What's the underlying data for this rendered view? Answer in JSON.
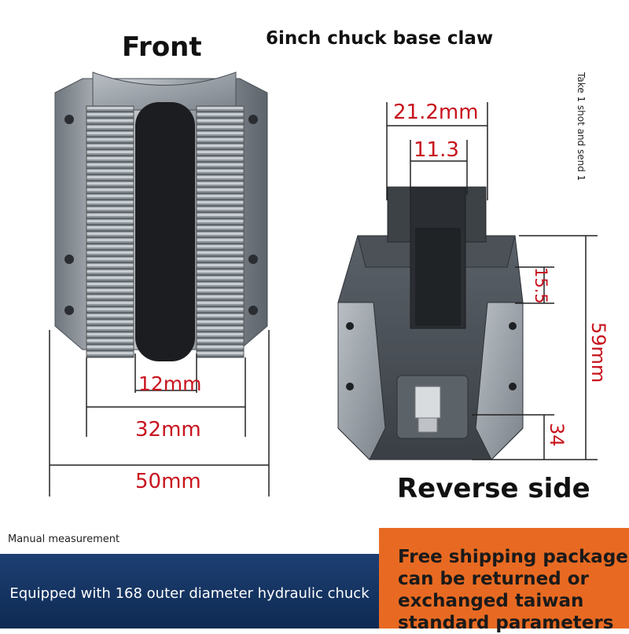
{
  "labels": {
    "front": "Front",
    "title": "6inch chuck base claw",
    "reverse": "Reverse side",
    "side_note": "Take 1 shot and send 1",
    "manual": "Manual measurement"
  },
  "dimensions": {
    "front_inner": "12mm",
    "front_middle": "32mm",
    "front_outer": "50mm",
    "rev_top_wide": "21.2mm",
    "rev_top_narrow": "11.3",
    "rev_height_small": "15.5",
    "rev_height_total": "59mm",
    "rev_height_low": "34"
  },
  "banner": {
    "blue_text": "Equipped with 168 outer diameter hydraulic chuck",
    "orange_text": "Free shipping package can be returned or exchanged taiwan standard parameters"
  },
  "colors": {
    "dimension": "#c8141e",
    "blue": "#12305d",
    "orange": "#e86a22",
    "metal": "#9aa1a8"
  }
}
